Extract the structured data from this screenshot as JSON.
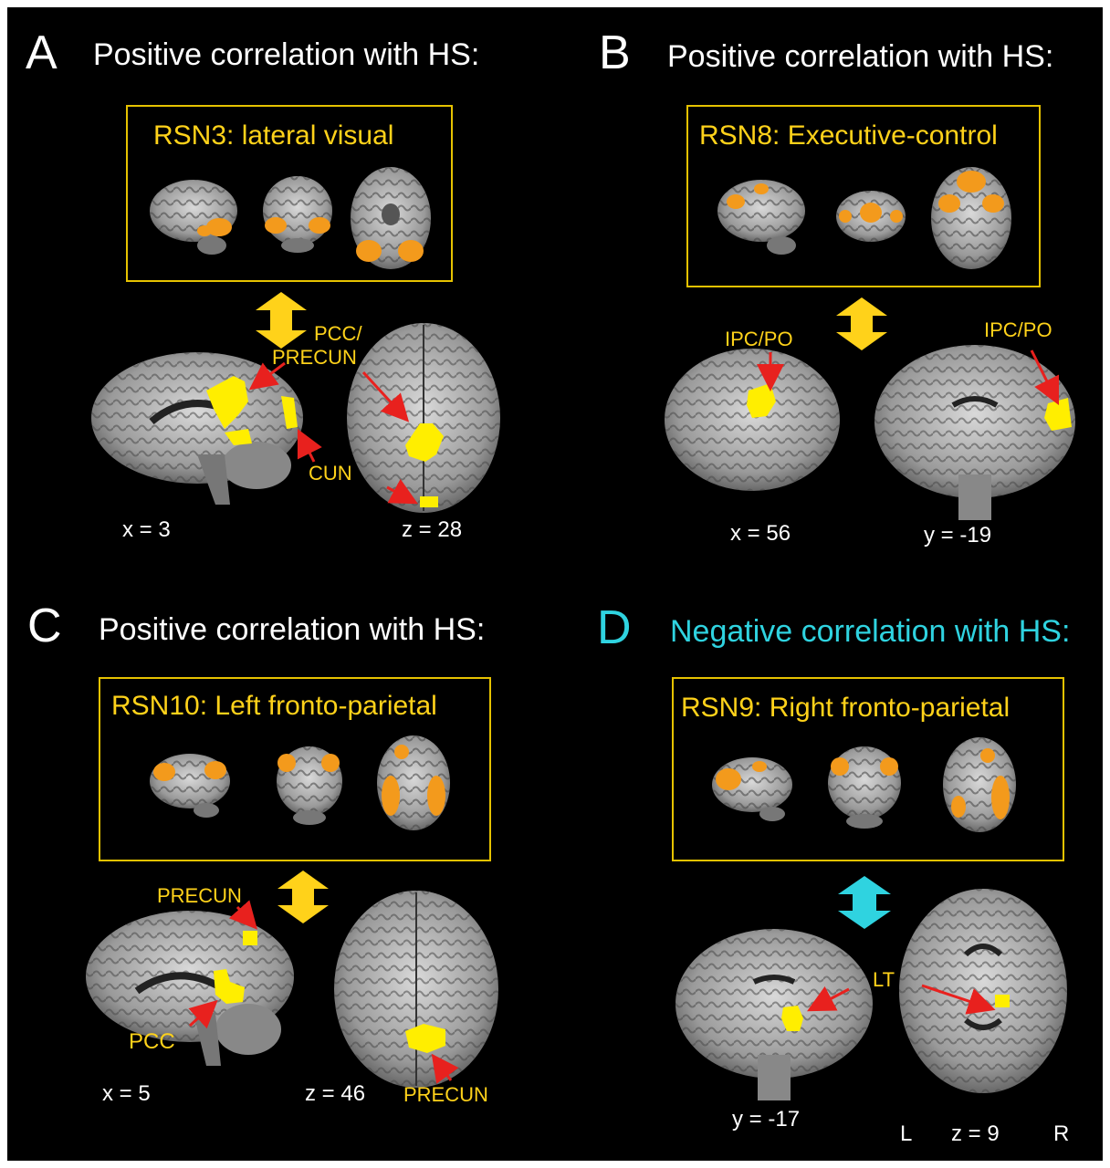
{
  "colors": {
    "background": "#000000",
    "heading": "#ffffff",
    "negative_heading": "#2fd3e0",
    "network_box": "#e6c200",
    "network_label": "#ffd21a",
    "activation_yellow": "#ffee00",
    "activation_orange": "#f39a1c",
    "arrow_red": "#e8211e",
    "arrow_yellow": "#ffd21a",
    "arrow_cyan": "#2fd3e0"
  },
  "panels": {
    "A": {
      "letter": "A",
      "heading": "Positive correlation with HS:",
      "network": "RSN3: lateral visual",
      "regions": {
        "pcc_line1": "PCC/",
        "pcc_line2": "PRECUN",
        "cun": "CUN"
      },
      "coords": {
        "sagittal": "x = 3",
        "axial": "z = 28"
      }
    },
    "B": {
      "letter": "B",
      "heading": "Positive correlation with HS:",
      "network": "RSN8: Executive-control",
      "regions": {
        "ipc_left": "IPC/PO",
        "ipc_right": "IPC/PO"
      },
      "coords": {
        "sagittal": "x = 56",
        "coronal": "y = -19"
      }
    },
    "C": {
      "letter": "C",
      "heading": "Positive correlation with HS:",
      "network": "RSN10: Left fronto-parietal",
      "regions": {
        "precun_top": "PRECUN",
        "pcc": "PCC",
        "precun_bottom": "PRECUN"
      },
      "coords": {
        "sagittal": "x = 5",
        "axial": "z = 46"
      }
    },
    "D": {
      "letter": "D",
      "heading": "Negative correlation with HS:",
      "network": "RSN9: Right fronto-parietal",
      "regions": {
        "lt": "LT"
      },
      "coords": {
        "coronal": "y = -17",
        "axial": "z = 9",
        "left": "L",
        "right": "R"
      }
    }
  }
}
